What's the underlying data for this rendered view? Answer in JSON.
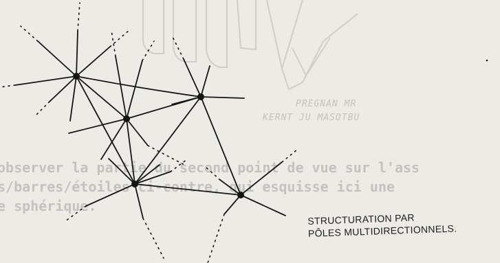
{
  "bleed_through": {
    "caption_line_1": "PREGNAN MR",
    "caption_line_2": "KERNT JU MASOTBU",
    "text_line_1": "observer la partie du second point de vue sur l'ass",
    "text_line_2": "s/barres/étoiles ci-contre, qui esquisse ici une",
    "text_line_3": "e sphérique."
  },
  "caption": {
    "line_1": "STRUCTURATION PAR",
    "line_2": "PÔLES MULTIDIRECTIONNELS."
  }
}
